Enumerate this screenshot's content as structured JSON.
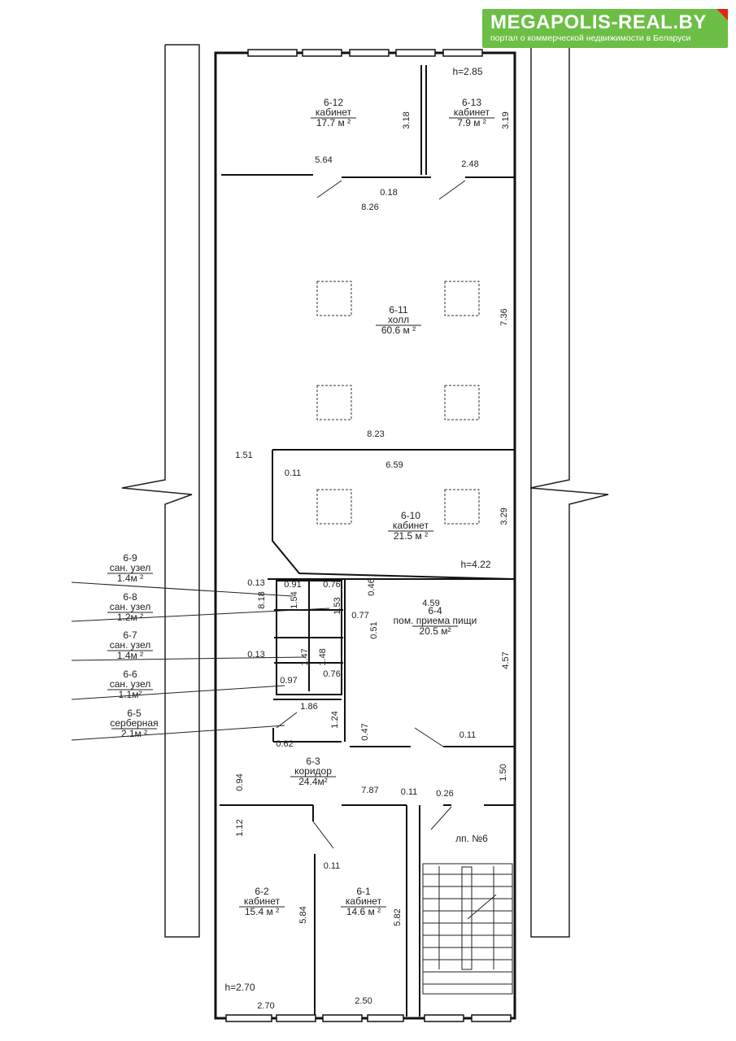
{
  "brand": {
    "title": "MEGAPOLIS-REAL.BY",
    "subtitle": "портал о коммерческой недвижимости в Беларуси",
    "color": "#6dbe45",
    "accent": "#e2231a"
  },
  "rooms": [
    {
      "id": "r612",
      "num": "6-12",
      "type": "кабинет",
      "area": "17.7 м ²"
    },
    {
      "id": "r613",
      "num": "6-13",
      "type": "кабинет",
      "area": "7.9 м ²"
    },
    {
      "id": "r611",
      "num": "6-11",
      "type": "холл",
      "area": "60.6 м ²"
    },
    {
      "id": "r610",
      "num": "6-10",
      "type": "кабинет",
      "area": "21.5 м ²"
    },
    {
      "id": "r64",
      "num": "6-4",
      "type": "пом. приема пищи",
      "area": "20.5 м²"
    },
    {
      "id": "r63",
      "num": "6-3",
      "type": "коридор",
      "area": "24.4м²"
    },
    {
      "id": "r62",
      "num": "6-2",
      "type": "кабинет",
      "area": "15.4 м ²"
    },
    {
      "id": "r61",
      "num": "6-1",
      "type": "кабинет",
      "area": "14.6 м ²"
    },
    {
      "id": "r69",
      "num": "6-9",
      "type": "сан. узел",
      "area": "1.4м ²"
    },
    {
      "id": "r68",
      "num": "6-8",
      "type": "сан. узел",
      "area": "1.2м ²"
    },
    {
      "id": "r67",
      "num": "6-7",
      "type": "сан. узел",
      "area": "1.4м ²"
    },
    {
      "id": "r66",
      "num": "6-6",
      "type": "сан. узел",
      "area": "1.1м²"
    },
    {
      "id": "r65",
      "num": "6-5",
      "type": "серберная",
      "area": "2.1м ²"
    }
  ],
  "heights": [
    "h=2.85",
    "h=4.22",
    "h=2.70"
  ],
  "stair_label": "лп. №6",
  "dims": [
    "5.64",
    "3.18",
    "2.48",
    "3.19",
    "0.18",
    "8.26",
    "7.36",
    "8.23",
    "1.51",
    "6.59",
    "0.11",
    "3.29",
    "0.13",
    "0.91",
    "0.76",
    "0.46",
    "8.18",
    "1.54",
    "1.53",
    "4.59",
    "0.77",
    "0.51",
    "0.13",
    "1.47",
    "1.48",
    "4.57",
    "0.97",
    "0.76",
    "1.86",
    "1.24",
    "0.47",
    "0.62",
    "0.11",
    "0.94",
    "1.50",
    "7.87",
    "0.11",
    "0.26",
    "1.12",
    "0.11",
    "5.84",
    "5.82",
    "2.70",
    "2.50"
  ]
}
